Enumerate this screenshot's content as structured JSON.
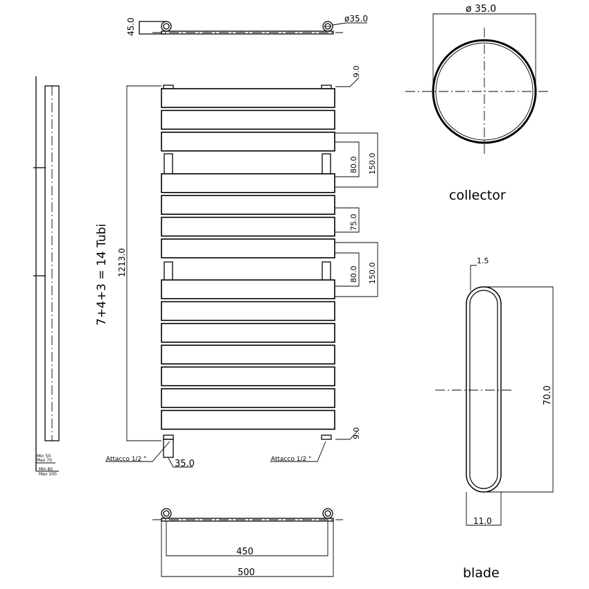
{
  "top_view": {
    "depth": "45.0",
    "pipe_diameter": "ø35.0"
  },
  "front_view": {
    "top_offset": "9.0",
    "bottom_offset": "9.0",
    "height": "1213.0",
    "tube_count_label": "7+4+3 = 14 Tubi",
    "gap1_inner": "80.0",
    "gap1_outer": "150.0",
    "gap2": "75.0",
    "gap3_inner": "80.0",
    "gap3_outer": "150.0",
    "connection_left": "Attacco 1/2 \"",
    "connection_right": "Attacco 1/2 \"",
    "connection_size": "35.0",
    "blade_groups": [
      3,
      4,
      7
    ]
  },
  "side_view": {
    "wall_min1": "Min 50",
    "wall_max1": "Max 70",
    "wall_min2": "Min 80",
    "wall_max2": "Max 100"
  },
  "bottom_view": {
    "center_distance": "450",
    "width": "500"
  },
  "collector": {
    "diameter": "ø 35.0",
    "label": "collector"
  },
  "blade": {
    "thickness": "1.5",
    "height": "70.0",
    "width": "11.0",
    "label": "blade"
  }
}
